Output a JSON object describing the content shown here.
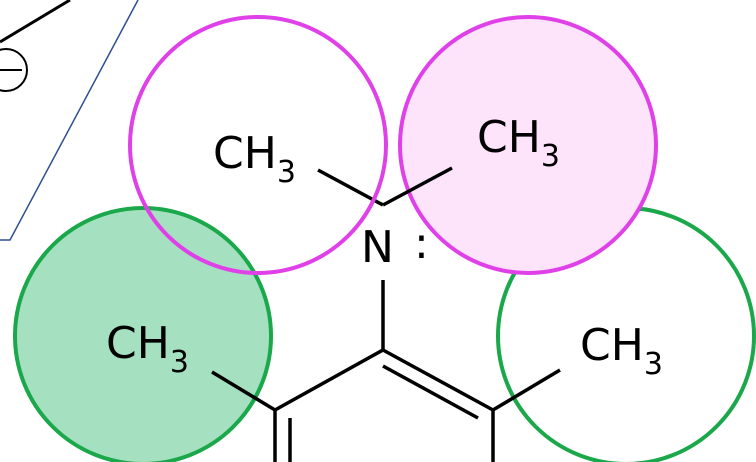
{
  "colors": {
    "bond": "#000000",
    "wedge_outline": "#2f4f8f",
    "magenta": "#e040e8",
    "magenta_fill": "#fde4fb",
    "green": "#1aa84a",
    "green_fill": "#a5e1c1",
    "white": "#ffffff"
  },
  "molecule": {
    "nitrogen": {
      "symbol": "N",
      "lone_pair": ":"
    },
    "methyl_top_left": {
      "base": "CH",
      "subscript": "3"
    },
    "methyl_top_right": {
      "base": "CH",
      "subscript": "3"
    },
    "methyl_ring_left": {
      "base": "CH",
      "subscript": "3"
    },
    "methyl_ring_right": {
      "base": "CH",
      "subscript": "3"
    }
  },
  "charge": {
    "symbol": "−"
  },
  "highlights": [
    {
      "group": "methyl_top_left",
      "style": "outline",
      "color": "magenta"
    },
    {
      "group": "methyl_top_right",
      "style": "filled",
      "color": "magenta"
    },
    {
      "group": "methyl_ring_left",
      "style": "filled",
      "color": "green"
    },
    {
      "group": "methyl_ring_right",
      "style": "outline",
      "color": "green"
    }
  ]
}
